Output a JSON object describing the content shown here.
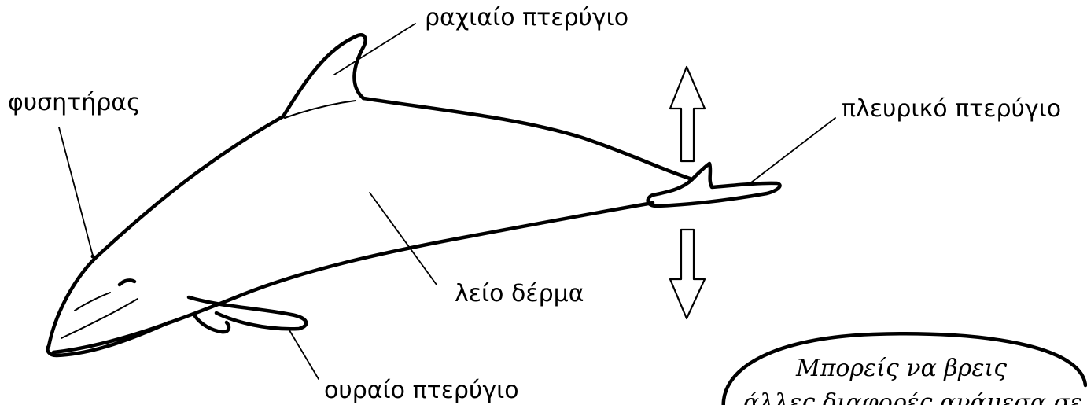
{
  "labels": {
    "dorsal_fin": "ραχιαίο πτερύγιο",
    "blowhole": "φυσητήρας",
    "flipper": "πλευρικό πτερύγιο",
    "smooth_skin": "λείο δέρμα",
    "tail_fin": "ουραίο πτερύγιο"
  },
  "speech_bubble": {
    "line1": "Μπορείς να βρεις",
    "line2": "άλλες διαφορές ανάμεσα σε"
  },
  "colors": {
    "ink": "#000000",
    "paper": "#ffffff"
  }
}
